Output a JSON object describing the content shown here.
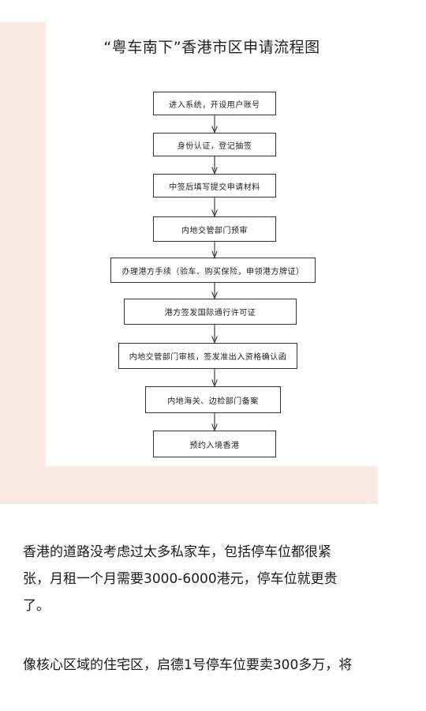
{
  "diagram": {
    "title": "“粤车南下”香港市区申请流程图",
    "steps": [
      "进入系统，开设用户账号",
      "身份认证，登记抽签",
      "中签后填写提交申请材料",
      "内地交管部门预审",
      "办理港方手续（验车、购买保险，申领港方牌证）",
      "港方签发国际通行许可证",
      "内地交管部门审核，签发准出入资格确认函",
      "内地海关、边检部门备案",
      "预约入境香港"
    ]
  },
  "article": {
    "para1": "香港的道路没考虑过太多私家车，包括停车位都很紧\n张，月租一个月需要3000-6000港元，停车位就更贵\n了。",
    "para2": "像核心区域的住宅区，启德1号停车位要卖300多万，将"
  }
}
